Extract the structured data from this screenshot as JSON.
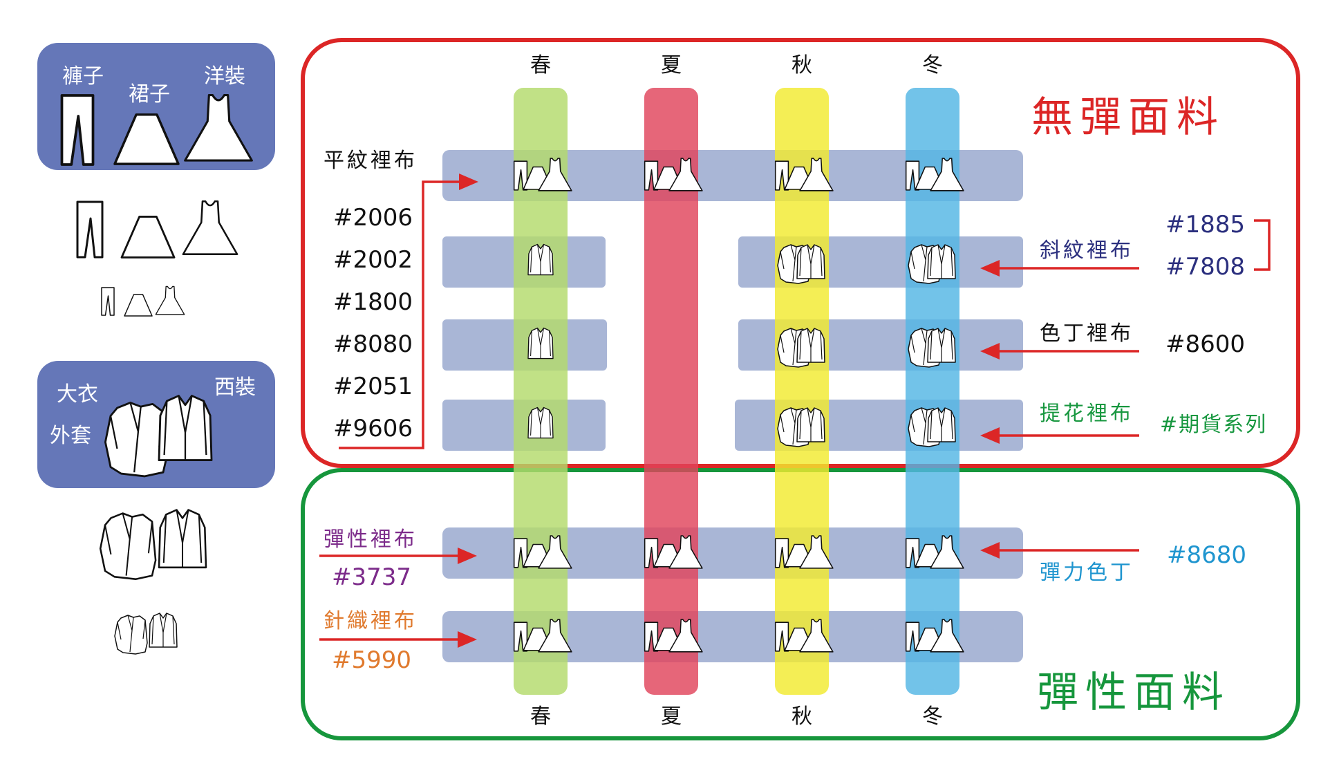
{
  "colors": {
    "nonstretch_border": "#dc2626",
    "stretch_border": "#16963c",
    "legend_box": "#6577b8",
    "band_fill": "#a9b6d6",
    "red_arrow": "#dc2626",
    "season_spring": "#b3da6b",
    "season_summer": "#e0445c",
    "season_autumn": "#f2ea30",
    "season_winter": "#53b6e4",
    "twill_codes": "#2b2f7e",
    "jacquard": "#17973f",
    "stretch_lining": "#7c2b8a",
    "knit_lining": "#e07a2e",
    "stretch_satin": "#1f95cf"
  },
  "legend": {
    "bottoms": {
      "pants": "褲子",
      "skirt": "裙子",
      "dress": "洋裝"
    },
    "outer": {
      "coat_line1": "大衣",
      "coat_line2": "外套",
      "suit": "西裝"
    }
  },
  "seasons_top": [
    "春",
    "夏",
    "秋",
    "冬"
  ],
  "seasons_bottom": [
    "春",
    "夏",
    "秋",
    "冬"
  ],
  "nonstretch": {
    "title": "無彈面料",
    "plain": {
      "label": "平紋裡布",
      "codes": [
        "#2006",
        "#2002",
        "#1800",
        "#8080",
        "#2051",
        "#9606"
      ]
    },
    "twill": {
      "label": "斜紋裡布",
      "codes": [
        "#1885",
        "#7808"
      ]
    },
    "satin": {
      "label": "色丁裡布",
      "code": "#8600"
    },
    "jacquard": {
      "label": "提花裡布",
      "code": "#期貨系列"
    }
  },
  "stretch": {
    "title": "彈性面料",
    "stretch_lining": {
      "label": "彈性裡布",
      "code": "#3737"
    },
    "knit_lining": {
      "label": "針織裡布",
      "code": "#5990"
    },
    "stretch_satin": {
      "label": "彈力色丁",
      "code": "#8680"
    }
  }
}
